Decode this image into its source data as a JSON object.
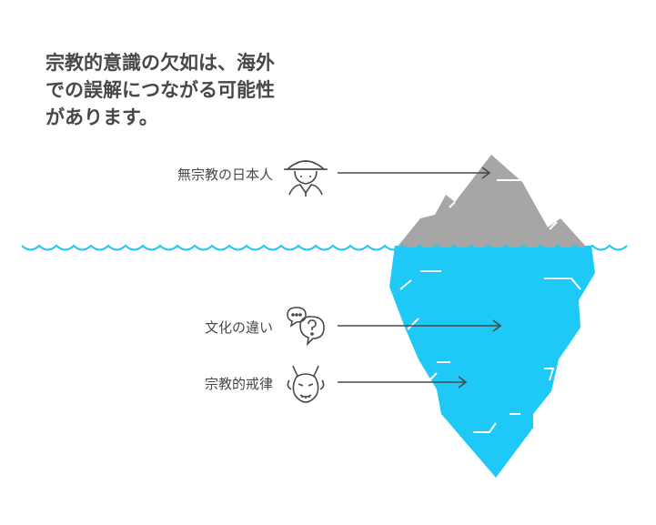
{
  "title": {
    "lines": [
      "宗教的意識の欠如は、海外",
      "での誤解につながる可能性",
      "があります。"
    ]
  },
  "labels": {
    "top": "無宗教の日本人",
    "middle": "文化の違い",
    "bottom": "宗教的戒律"
  },
  "icons": {
    "top": "person-with-hat-icon",
    "middle": "speech-bubbles-question-icon",
    "bottom": "demon-mask-icon"
  },
  "colors": {
    "text": "#484848",
    "peak": "#a6a6a6",
    "underwater": "#1ec8f7",
    "water_line": "#1ec8f7",
    "arrow": "#484848"
  }
}
